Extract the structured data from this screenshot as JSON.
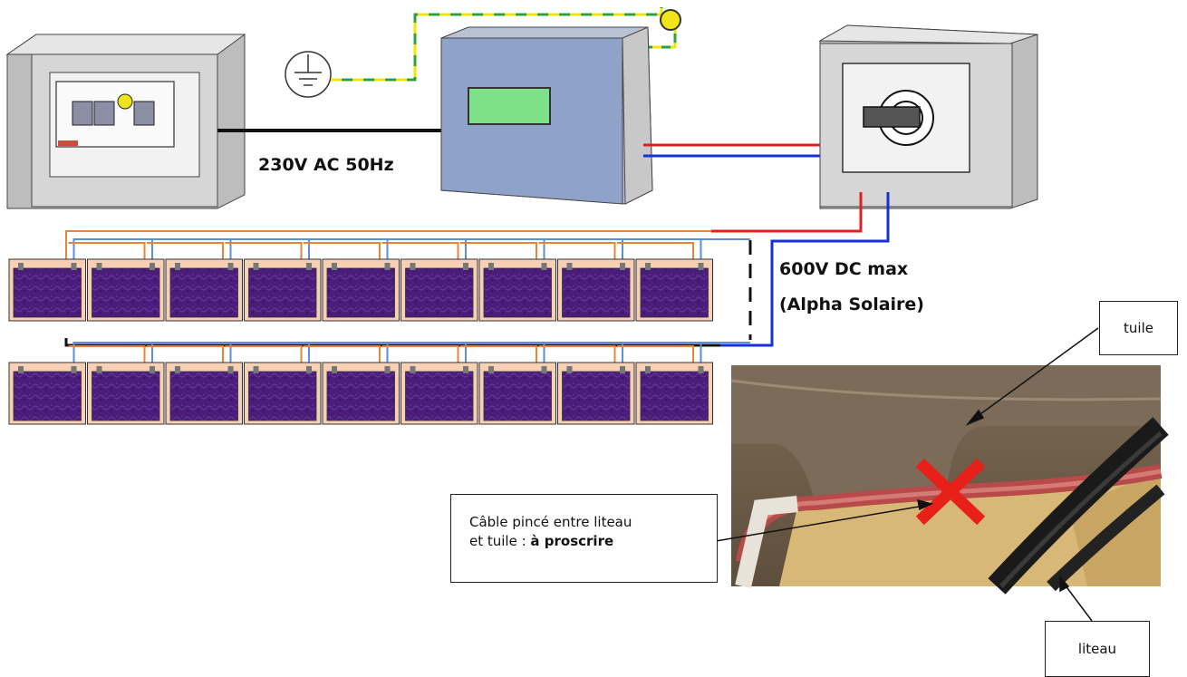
{
  "labels": {
    "ac_voltage": "230V AC 50Hz",
    "dc_voltage_line1": "600V DC max",
    "dc_voltage_line2": "(Alpha Solaire)"
  },
  "callouts": {
    "tuile": "tuile",
    "liteau": "liteau",
    "cable_warning_line1": "Câble pincé entre liteau",
    "cable_warning_line2_prefix": "et tuile : ",
    "cable_warning_line2_bold": "à proscrire"
  },
  "panel_rows": {
    "row1_count": 9,
    "row2_count": 9
  },
  "colors": {
    "enclosure_grey": "#d4d4d4",
    "inverter_blue": "#8fa3c8",
    "display_green": "#7fe08a",
    "panel_purple": "#4b1d7a",
    "panel_frame": "#f6cfb5",
    "wire_orange": "#e8833a",
    "wire_blue": "#5b8fd9",
    "dc_positive": "#e02020",
    "dc_negative": "#1530d8",
    "earth_green": "#2ea043",
    "earth_yellow": "#f2e600",
    "warning_red": "#e8201a"
  }
}
